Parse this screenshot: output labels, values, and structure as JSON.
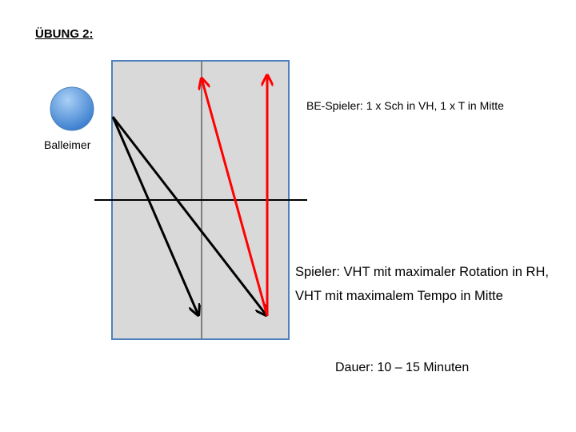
{
  "title": "ÜBUNG 2:",
  "bucket_label": "Balleimer",
  "be_player_text": "BE-Spieler: 1 x Sch in VH, 1 x T in Mitte",
  "player_text": {
    "line1": "Spieler: VHT mit maximaler Rotation in RH,",
    "line2": "VHT mit maximalem Tempo in Mitte"
  },
  "duration_text": "Dauer: 10 – 15 Minuten",
  "colors": {
    "table_fill": "#d9d9d9",
    "table_border": "#4f81bd",
    "ball": "#5b9bd5",
    "black_arrows": "#000000",
    "red_arrows": "#ff0000"
  }
}
